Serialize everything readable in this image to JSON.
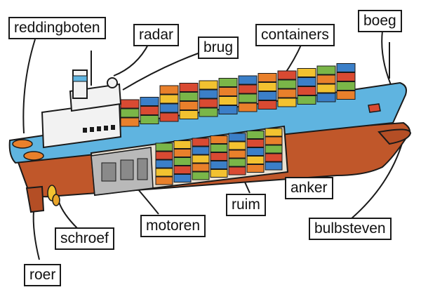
{
  "labels": {
    "reddingboten": "reddingboten",
    "radar": "radar",
    "brug": "brug",
    "containers": "containers",
    "boeg": "boeg",
    "anker": "anker",
    "ruim": "ruim",
    "motoren": "motoren",
    "schroef": "schroef",
    "bulbsteven": "bulbsteven",
    "roer": "roer"
  },
  "colors": {
    "hull_red": "#c0572a",
    "hull_blue": "#5fb4e0",
    "deck_white": "#f2f2f2",
    "container_orange": "#e9802b",
    "container_blue": "#3b7fc8",
    "container_green": "#7ab648",
    "container_yellow": "#f2c230",
    "container_red": "#d94a32",
    "outline": "#1a1a1a"
  }
}
